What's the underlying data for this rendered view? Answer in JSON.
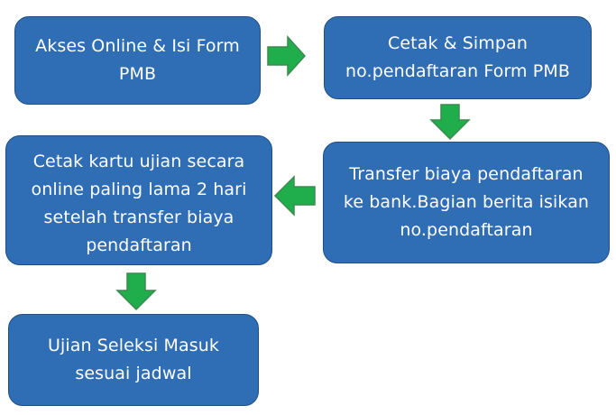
{
  "colors": {
    "box_fill": "#2f6db5",
    "box_border": "#1f4e86",
    "box_text": "#ffffff",
    "arrow_fill": "#1fae4b",
    "arrow_border": "#3b8a4e"
  },
  "steps": [
    {
      "text": "Akses Online  & Isi Form\nPMB"
    },
    {
      "text": "Cetak & Simpan\nno.pendaftaran Form PMB"
    },
    {
      "text": "Transfer biaya pendaftaran\nke bank.Bagian berita isikan\nno.pendaftaran"
    },
    {
      "text": "Cetak kartu ujian secara\nonline paling lama 2 hari\nsetelah transfer biaya\npendaftaran"
    },
    {
      "text": "Ujian Seleksi Masuk\nsesuai jadwal"
    }
  ],
  "arrows": [
    {
      "from": "step-1",
      "to": "step-2",
      "direction": "right"
    },
    {
      "from": "step-2",
      "to": "step-3",
      "direction": "down"
    },
    {
      "from": "step-3",
      "to": "step-4",
      "direction": "left"
    },
    {
      "from": "step-4",
      "to": "step-5",
      "direction": "down"
    }
  ]
}
